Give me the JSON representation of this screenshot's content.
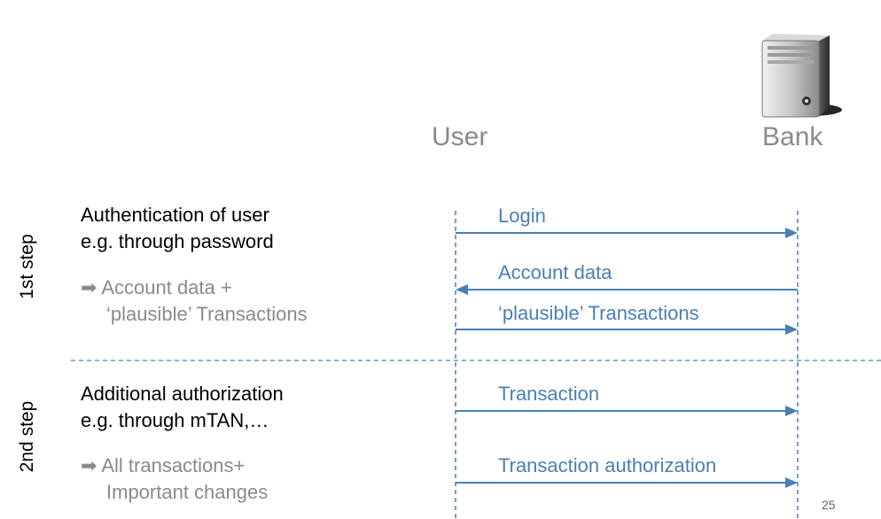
{
  "actors": {
    "user": "User",
    "bank": "Bank"
  },
  "steps": [
    {
      "label": "1st step",
      "description_line1": "Authentication of user",
      "description_line2": "e.g. through password",
      "result_line1": "Account data +",
      "result_line2": "‘plausible’ Transactions"
    },
    {
      "label": "2nd step",
      "description_line1": "Additional authorization",
      "description_line2": "e.g. through mTAN,…",
      "result_line1": "All transactions+",
      "result_line2": "Important changes"
    }
  ],
  "messages": [
    {
      "label": "Login",
      "direction": "user-to-bank"
    },
    {
      "label": "Account data",
      "direction": "bank-to-user"
    },
    {
      "label": "‘plausible’ Transactions",
      "direction": "user-to-bank"
    },
    {
      "label": "Transaction",
      "direction": "user-to-bank"
    },
    {
      "label": "Transaction authorization",
      "direction": "user-to-bank"
    }
  ],
  "colors": {
    "accent": "#4a7fb5",
    "muted": "#8a8a8a"
  },
  "icons": {
    "bank": "server-icon",
    "result": "right-arrow-icon"
  },
  "page_number": "25"
}
